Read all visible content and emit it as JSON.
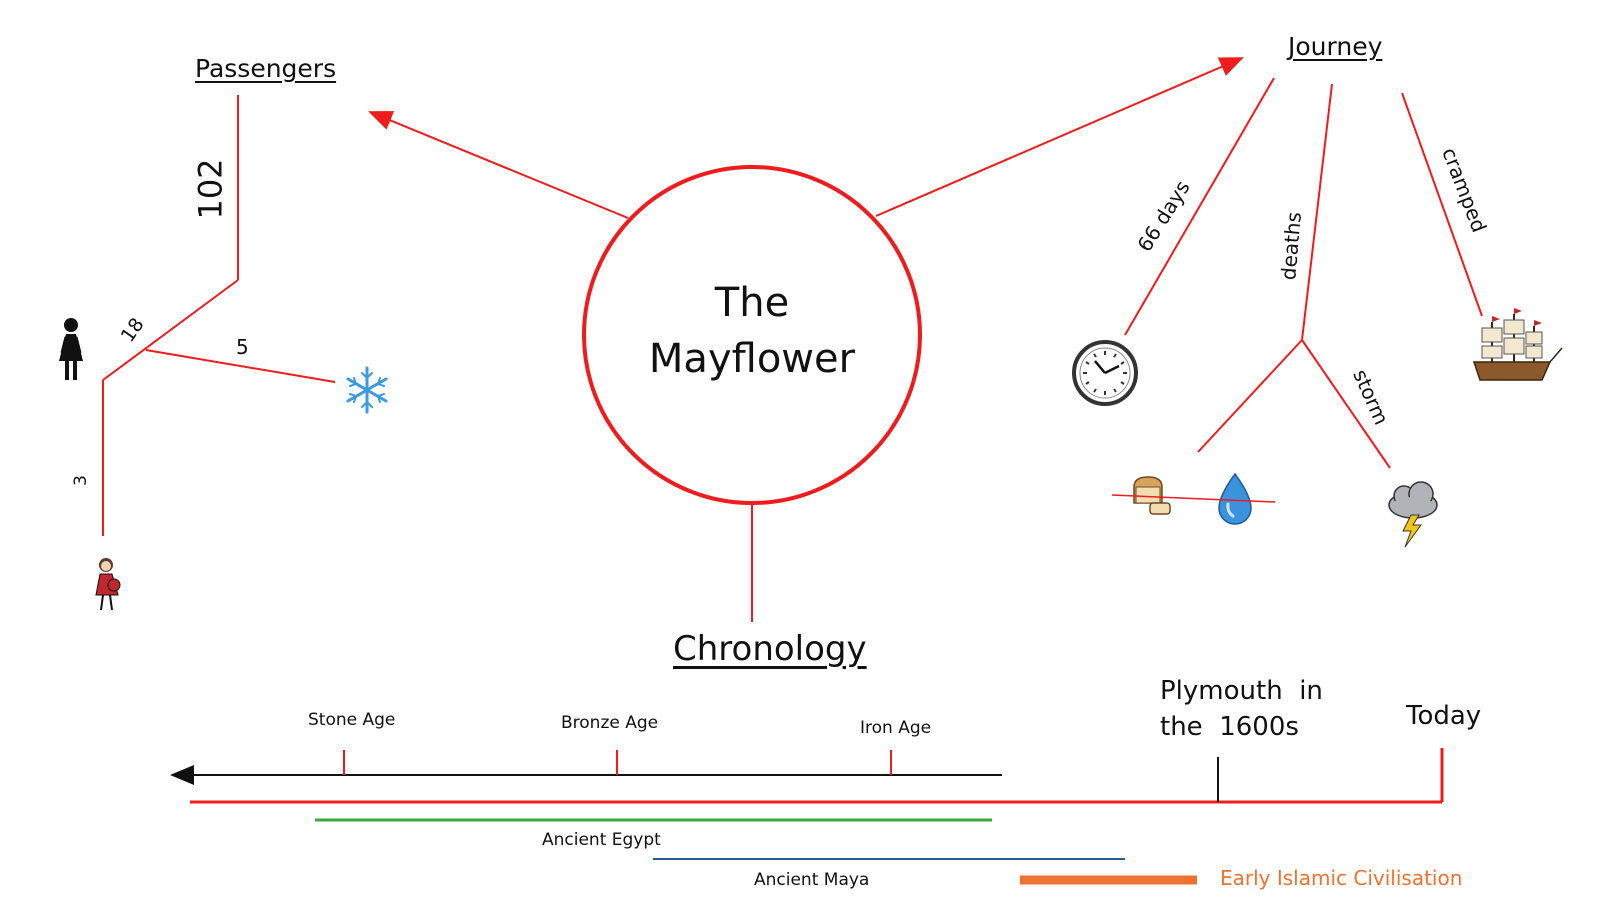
{
  "center": {
    "line1": "The",
    "line2": "Mayflower"
  },
  "passengers": {
    "heading": "Passengers",
    "total": "102",
    "women": "18",
    "children_label": "5",
    "pregnant": "3",
    "icons": [
      "woman-icon",
      "snowflake-icon",
      "pregnant-woman-icon"
    ]
  },
  "journey": {
    "heading": "Journey",
    "duration": "66 days",
    "deaths": "deaths",
    "conditions": "cramped",
    "cause": "storm",
    "icons": [
      "clock-icon",
      "bread-icon",
      "water-drop-icon",
      "storm-cloud-icon",
      "ship-icon"
    ]
  },
  "chronology": {
    "heading": "Chronology",
    "markers": [
      {
        "label": "Stone Age"
      },
      {
        "label": "Bronze Age"
      },
      {
        "label": "Iron Age"
      }
    ],
    "plymouth": {
      "line1": "Plymouth  in",
      "line2": "the  1600s"
    },
    "today": "Today",
    "periods": [
      {
        "label": "Ancient Egypt",
        "color": "#3aaa35"
      },
      {
        "label": "Ancient Maya",
        "color": "#1f5f95"
      },
      {
        "label": "Early Islamic Civilisation",
        "color": "#ee7230"
      }
    ]
  },
  "colors": {
    "accent": "#ee1c1c",
    "timeline": "#ee1c1c",
    "arrow": "#111111"
  }
}
